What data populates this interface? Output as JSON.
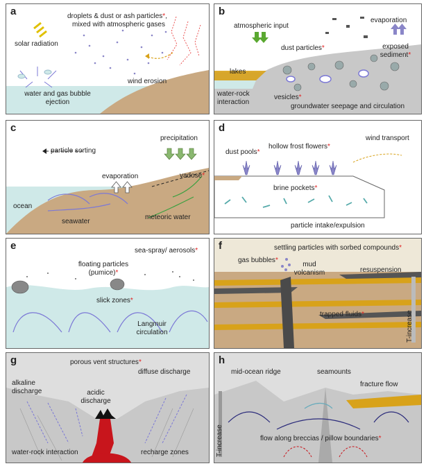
{
  "panels": [
    {
      "id": "a",
      "label": "a",
      "texts": {
        "particles": "droplets & dust or ash particles",
        "mixed": "mixed with atmospheric gases",
        "solar": "solar radiation",
        "erosion": "wind erosion",
        "ejection1": "water and gas bubble",
        "ejection2": "ejection"
      }
    },
    {
      "id": "b",
      "label": "b",
      "texts": {
        "input": "atmospheric input",
        "evaporation": "evaporation",
        "dust": "dust particles",
        "exposed1": "exposed",
        "exposed2": "sediment",
        "lakes": "lakes",
        "wr1": "water-rock",
        "wr2": "interaction",
        "vesicles": "vesicles",
        "seepage": "groundwater seepage and circulation"
      }
    },
    {
      "id": "c",
      "label": "c",
      "texts": {
        "sorting": "particle sorting",
        "precip": "precipitation",
        "evap": "evaporation",
        "vadose": "vadose",
        "ocean": "ocean",
        "seawater": "seawater",
        "meteoric": "meteoric water"
      }
    },
    {
      "id": "d",
      "label": "d",
      "texts": {
        "pools": "dust pools",
        "frost": "hollow frost flowers",
        "wind": "wind transport",
        "brine": "brine pockets",
        "intake": "particle intake/expulsion"
      }
    },
    {
      "id": "e",
      "label": "e",
      "texts": {
        "spray": "sea-spray/ aerosols",
        "floating1": "floating particles",
        "floating2": "(pumice)",
        "slick": "slick zones",
        "lang1": "Langmuir",
        "lang2": "circulation"
      }
    },
    {
      "id": "f",
      "label": "f",
      "texts": {
        "settling": "settling particles with sorbed compounds",
        "gas": "gas bubbles",
        "mud1": "mud",
        "mud2": "volcanism",
        "resusp": "resuspension",
        "trapped": "trapped fluids",
        "tinc": "T-increase"
      }
    },
    {
      "id": "g",
      "label": "g",
      "texts": {
        "porous": "porous vent structures",
        "alk1": "alkaline",
        "alk2": "discharge",
        "acid1": "acidic",
        "acid2": "discharge",
        "diffuse": "diffuse discharge",
        "wri": "water-rock interaction",
        "recharge": "recharge zones"
      }
    },
    {
      "id": "h",
      "label": "h",
      "texts": {
        "mor": "mid-ocean ridge",
        "sea": "seamounts",
        "frac": "fracture flow",
        "tinc": "T-increase",
        "breccia": "flow along breccias / pillow boundaries"
      }
    }
  ],
  "star": "*",
  "colors": {
    "sediment": "#c9a982",
    "water": "#cfe9e8",
    "rock": "#c8c8c8",
    "yellow": "#d8a21a",
    "arrow": "#7b78d6",
    "lava": "#c8151c"
  }
}
